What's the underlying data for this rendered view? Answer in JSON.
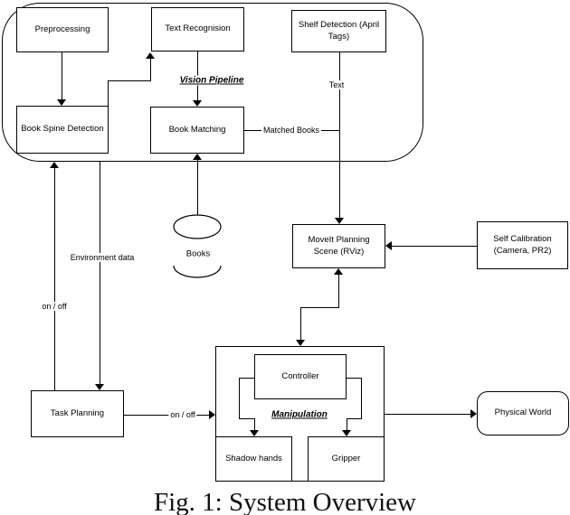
{
  "figure": {
    "caption": "Fig. 1: System Overview"
  },
  "vision_pipeline": {
    "label": "Vision Pipeline",
    "nodes": {
      "preprocessing": "Preprocessing",
      "text_recognision": "Text Recognision",
      "shelf_detection": "Shelf Detection (April Tags)",
      "book_spine_detection": "Book Spine Detection",
      "book_matching": "Book Matching"
    }
  },
  "manipulation": {
    "label": "Manipulation",
    "nodes": {
      "controller": "Controller",
      "shadow_hands": "Shadow hands",
      "gripper": "Gripper"
    }
  },
  "nodes": {
    "books_store": "Books",
    "moveit_planning_scene": "MoveIt Planning Scene (RViz)",
    "self_calibration": "Self Calibration (Camera, PR2)",
    "task_planning": "Task Planning",
    "physical_world": "Physical World"
  },
  "edge_labels": {
    "text": "Text",
    "matched_books": "Matched Books",
    "environment_data": "Environment data",
    "on_off_left": "on / off",
    "on_off_task_to_manipulation": "on / off"
  },
  "colors": {
    "stroke": "#000000",
    "background": "#ffffff",
    "text": "#000000"
  }
}
